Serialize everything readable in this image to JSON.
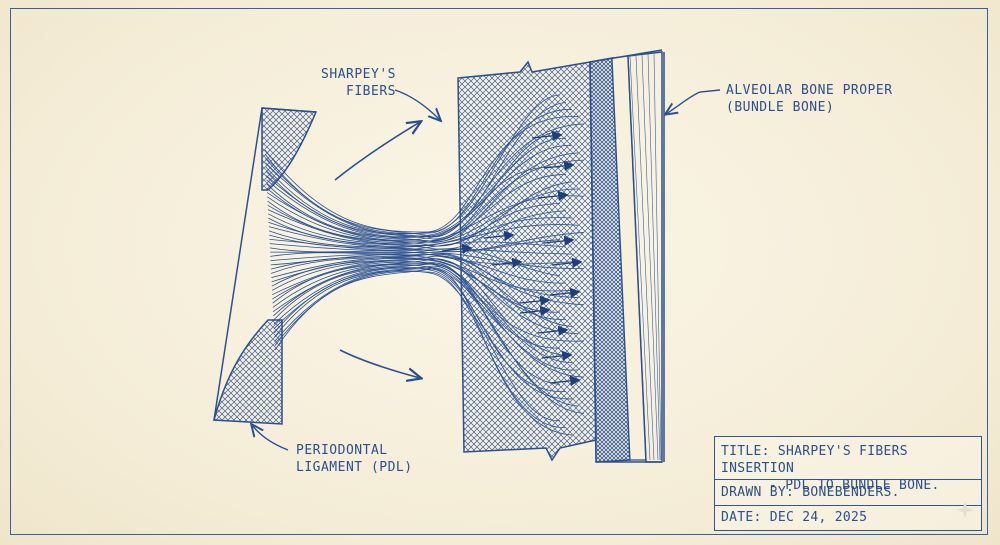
{
  "labels": {
    "sharpeys_line1": "SHARPEY'S",
    "sharpeys_line2": "FIBERS",
    "bone_line1": "ALVEOLAR BONE PROPER",
    "bone_line2": "(BUNDLE BONE)",
    "pdl_line1": "PERIODONTAL",
    "pdl_line2": "LIGAMENT (PDL)"
  },
  "title_block": {
    "title_line1": "TITLE: SHARPEY'S FIBERS INSERTION",
    "title_line2": "- PDL TO BUNDLE BONE.",
    "drawn_by": "DRAWN BY: BONEBENDERS.",
    "date": "DATE: DEC 24, 2025"
  },
  "colors": {
    "ink": "#2b4f8f",
    "paper": "#f6efdc"
  }
}
